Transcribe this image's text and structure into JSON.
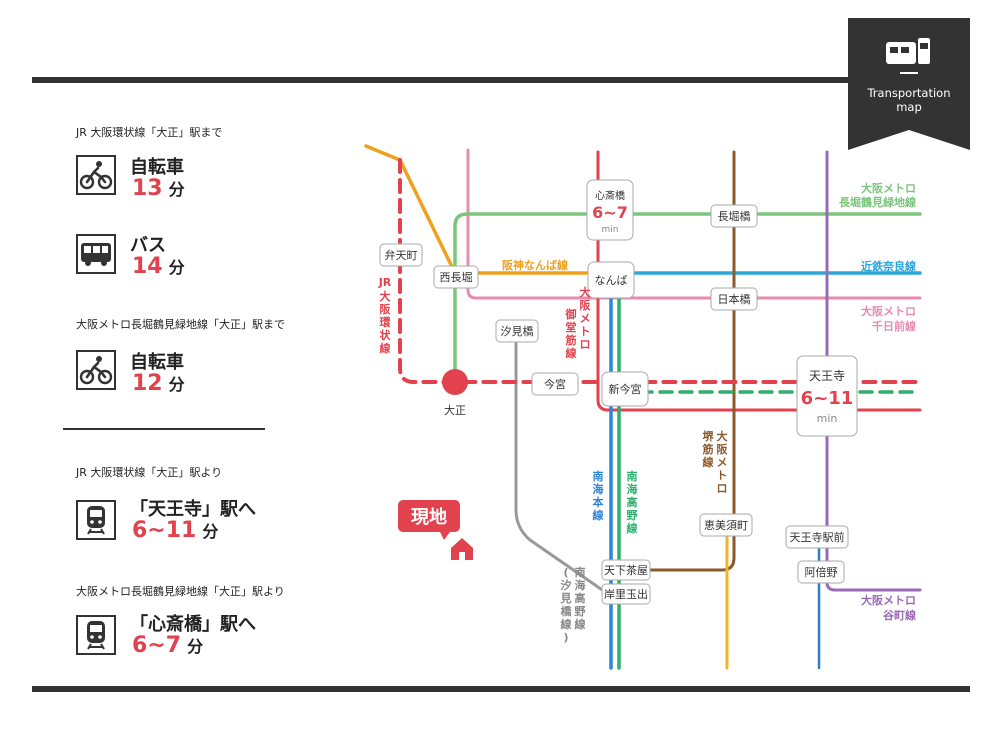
{
  "badge": {
    "line1": "Transportation",
    "line2": "map"
  },
  "access": [
    {
      "title": "JR 大阪環状線「大正」駅まで",
      "mode": "自転車",
      "time": "13",
      "unit": "分"
    },
    {
      "mode": "バス",
      "time": "14",
      "unit": "分"
    },
    {
      "title": "大阪メトロ長堀鶴見緑地線「大正」駅まで",
      "mode": "自転車",
      "time": "12",
      "unit": "分"
    },
    {
      "title": "JR 大阪環状線「大正」駅より",
      "mode": "「天王寺」駅へ",
      "time": "6~11",
      "unit": "分"
    },
    {
      "title": "大阪メトロ長堀鶴見緑地線「大正」駅より",
      "mode": "「心斎橋」駅へ",
      "time": "6~7",
      "unit": "分"
    }
  ],
  "icons": {
    "bicycle": "bicycle-icon",
    "bus": "bus-icon",
    "train": "train-icon",
    "transport": "train-bus-icon",
    "home": "house-icon"
  },
  "colors": {
    "accent": "#e2424d",
    "dark": "#333333",
    "jr_loop": "#e2424d",
    "nagahori": "#7cc57c",
    "hanshin": "#f0a01c",
    "kintetsu": "#2aa6d9",
    "sennichimae": "#e98bb0",
    "midosuji": "#e2424d",
    "yotsubashi": "#2e7ec8",
    "nankai_honsen": "#2e86d6",
    "nankai_koya": "#2fae6e",
    "sakaisuji": "#8b5a2b",
    "tanimachi": "#9a6bb5",
    "shiomibashi": "#999999",
    "hankai": "#f0b429"
  },
  "map": {
    "stations": {
      "bentencho": "弁天町",
      "nishinagahori": "西長堀",
      "shiomibashi": "汐見橋",
      "imamiya": "今宮",
      "shin_imamiya": "新今宮",
      "namba": "なんば",
      "shinsaibashi": "心斎橋",
      "nagahoribashi": "長堀橋",
      "nipponbashi": "日本橋",
      "tennoji": "天王寺",
      "ebisucho": "恵美須町",
      "tengachaya": "天下茶屋",
      "kishinosato": "岸里玉出",
      "tennoji_ekimae": "天王寺駅前",
      "abeno": "阿倍野",
      "taisho": "大正"
    },
    "shinsaibashi_time": "6~7",
    "tennoji_time": "6~11",
    "time_unit": "min",
    "site_label": "現地",
    "lines": {
      "nagahori": [
        "大阪メトロ",
        "長堀鶴見緑地線"
      ],
      "kintetsu": "近鉄奈良線",
      "sennichimae": [
        "大阪メトロ",
        "千日前線"
      ],
      "tanimachi": [
        "大阪メトロ",
        "谷町線"
      ],
      "hanshin": "阪神なんば線",
      "jr_loop": [
        "JR",
        "大",
        "阪",
        "環",
        "状",
        "線"
      ],
      "midosuji": [
        "大",
        "阪",
        "メ",
        "ト",
        "ロ"
      ],
      "midosuji2": [
        "御",
        "堂",
        "筋",
        "線"
      ],
      "sakaisuji": [
        "大",
        "阪",
        "メ",
        "ト",
        "ロ"
      ],
      "sakaisuji2": [
        "堺",
        "筋",
        "線"
      ],
      "nankai_honsen": [
        "南",
        "海",
        "本",
        "線"
      ],
      "nankai_koya": [
        "南",
        "海",
        "高",
        "野",
        "線"
      ],
      "shiomibashi_a": [
        "南",
        "海",
        "高",
        "野",
        "線"
      ],
      "shiomibashi_b": [
        "(",
        "汐",
        "見",
        "橋",
        "線",
        ")"
      ]
    }
  }
}
